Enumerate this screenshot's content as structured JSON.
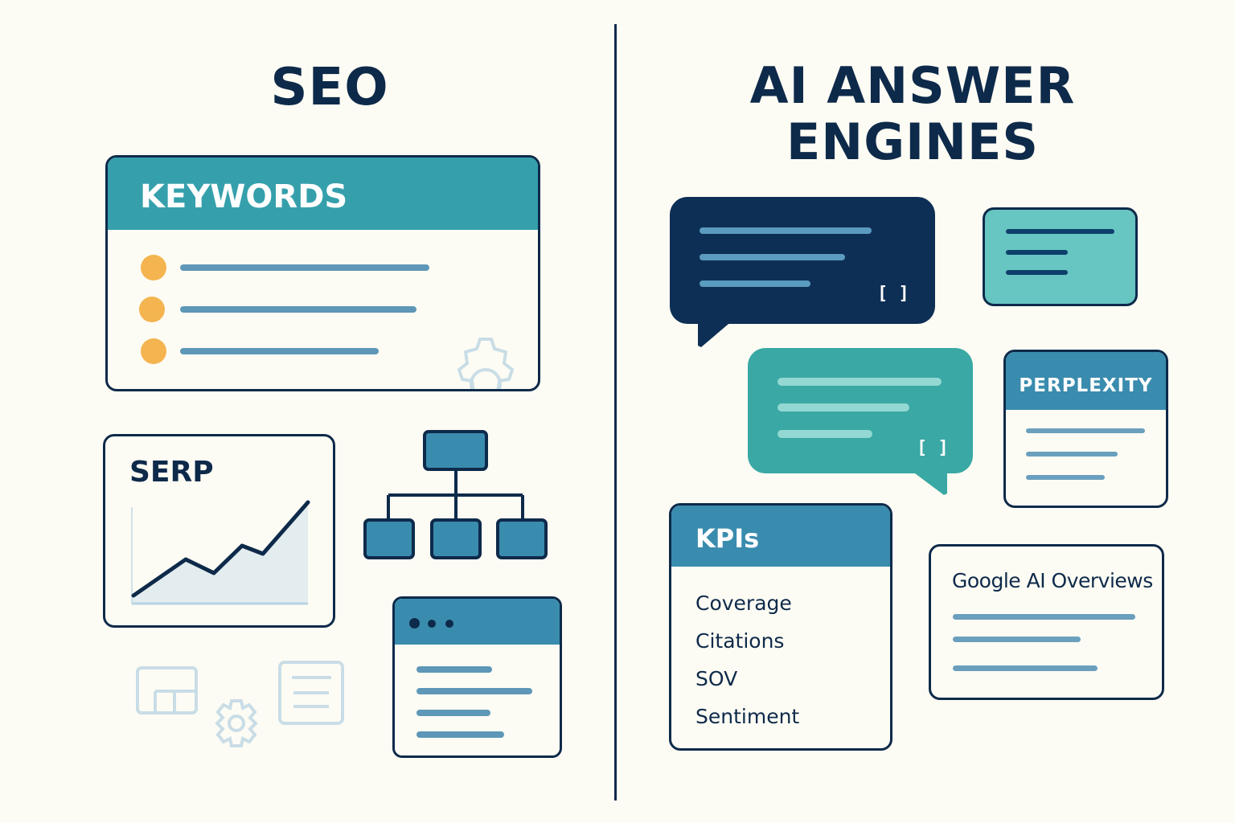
{
  "left": {
    "title": "SEO",
    "keywords_card": {
      "title": "KEYWORDS",
      "rows": 3,
      "icon": "gear-icon"
    },
    "serp_card": {
      "title": "SERP",
      "icon": "line-chart-icon"
    },
    "hierarchy_icon": "sitemap-icon",
    "browser_card": {
      "icon": "browser-window-icon"
    },
    "faint_icons": [
      "layout-icon",
      "gear-icon",
      "document-icon"
    ]
  },
  "right": {
    "title_line1": "AI ANSWER",
    "title_line2": "ENGINES",
    "chat_bubble_dark": {
      "citation": "[ ]"
    },
    "chat_bubble_teal": {
      "citation": "[ ]"
    },
    "perplexity_card": {
      "title": "PERPLEXITY"
    },
    "kpis_card": {
      "title": "KPIs",
      "items": [
        "Coverage",
        "Citations",
        "SOV",
        "Sentiment"
      ]
    },
    "google_card": {
      "title": "Google AI Overviews"
    }
  },
  "colors": {
    "navy": "#0e2a4a",
    "teal_header": "#35a0ac",
    "blue_header": "#3a8cae",
    "bar_blue": "#5e97b7",
    "dot_orange": "#f4b44f",
    "background": "#fdfcf4",
    "light_teal": "#67c5c2",
    "teal_bubble": "#3aa8a4"
  }
}
